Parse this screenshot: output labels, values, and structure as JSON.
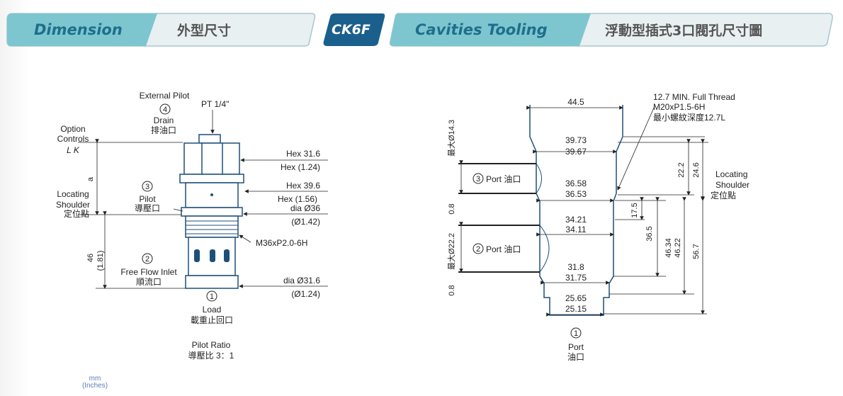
{
  "header": {
    "dimension_en": "Dimension",
    "dimension_zh": "外型尺寸",
    "model": "CK6F",
    "cavities_en": "Cavities Tooling",
    "cavities_zh": "浮動型插式3口閥孔尺寸圖"
  },
  "colors": {
    "teal": "#7ec6cf",
    "navy": "#1b5f8c",
    "title_blue": "#1f6e8c"
  },
  "left_diagram": {
    "external_pilot": "External Pilot",
    "pt": "PT 1/4\"",
    "port4_num": "4",
    "drain_en": "Drain",
    "drain_zh": "排油口",
    "option_controls": [
      "Option",
      "Controls"
    ],
    "option_codes": "L   K",
    "dim_a": "a",
    "port3_num": "3",
    "pilot_en": "Pilot",
    "pilot_zh": "導壓口",
    "locating_shoulder": [
      "Locating",
      "Shoulder"
    ],
    "locating_zh": "定位點",
    "dim_46": "46",
    "dim_181": "(1.81)",
    "port2_num": "2",
    "free_flow_en": "Free Flow Inlet",
    "free_flow_zh": "順流口",
    "port1_num": "1",
    "load_en": "Load",
    "load_zh": "載重止回口",
    "hex_316": "Hex 31.6",
    "hex_124": "Hex (1.24)",
    "hex_396": "Hex 39.6",
    "hex_156": "Hex (1.56)",
    "dia_36": "dia  Ø36",
    "dia_142": "(Ø1.42)",
    "thread": "M36xP2.0-6H",
    "dia_316": "dia  Ø31.6",
    "dia_124": "(Ø1.24)",
    "pilot_ratio_en": "Pilot Ratio",
    "pilot_ratio_zh": "導壓比 3：1"
  },
  "units": {
    "mm": "mm",
    "inches": "(Inches)"
  },
  "right_diagram": {
    "d_445": "44.5",
    "thread_note": [
      "12.7 MIN. Full Thread",
      "M20xP1.5-6H",
      "最小螺紋深度12.7L"
    ],
    "d_3973": "39.73",
    "d_3967": "39.67",
    "d_3658": "36.58",
    "d_3653": "36.53",
    "d_3421": "34.21",
    "d_3411": "34.11",
    "d_318": "31.8",
    "d_3175": "31.75",
    "d_2565": "25.65",
    "d_2515": "25.15",
    "max_143": "最大Ø14.3",
    "max_222": "最大Ø22.2",
    "d_08a": "0.8",
    "d_08b": "0.8",
    "port3_num": "3",
    "port3_label": "Port 油口",
    "port2_num": "2",
    "port2_label": "Port 油口",
    "port1_num": "1",
    "port1_en": "Port",
    "port1_zh": "油口",
    "d_222": "22.2",
    "d_246": "24.6",
    "d_175": "17.5",
    "d_365": "36.5",
    "d_4634": "46.34",
    "d_4622": "46.22",
    "d_567": "56.7",
    "locating_shoulder": [
      "Locating",
      "Shoulder"
    ],
    "locating_zh": "定位點"
  }
}
